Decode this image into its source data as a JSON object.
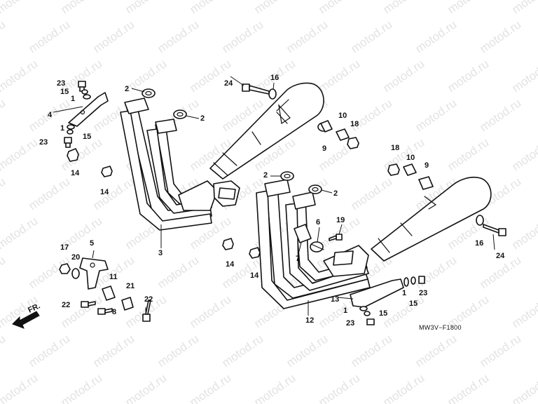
{
  "watermark": {
    "text": "motod.ru",
    "color": "#e3e3e3"
  },
  "diagram_code": "MW3V−F1800",
  "direction_label": "FR.",
  "callouts": [
    "1",
    "1",
    "1",
    "1",
    "2",
    "2",
    "2",
    "2",
    "3",
    "4",
    "5",
    "6",
    "7",
    "8",
    "9",
    "9",
    "10",
    "10",
    "11",
    "12",
    "13",
    "14",
    "14",
    "14",
    "14",
    "15",
    "15",
    "15",
    "15",
    "16",
    "16",
    "17",
    "18",
    "18",
    "19",
    "20",
    "21",
    "22",
    "22",
    "23",
    "23",
    "23",
    "23",
    "24",
    "24"
  ]
}
